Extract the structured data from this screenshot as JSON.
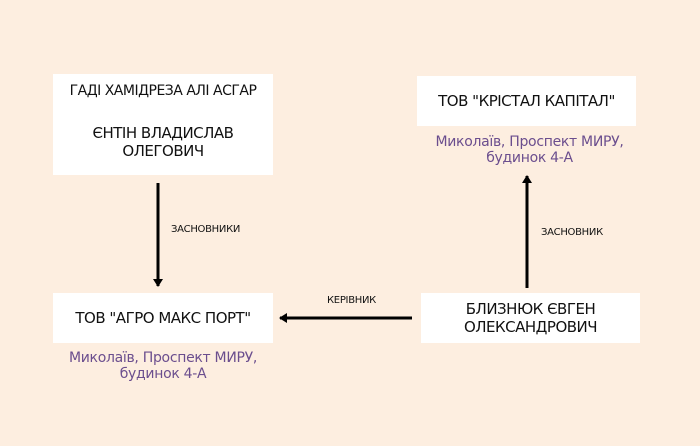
{
  "nodes": {
    "founders": {
      "line1": "ГАДІ ХАМІДРЕЗА АЛІ АСГАР",
      "line2": "ЄНТІН ВЛАДИСЛАВ ОЛЕГОВИЧ"
    },
    "agro": {
      "name": "ТОВ \"АГРО МАКС ПОРТ\"",
      "address": "Миколаїв, Проспект МИРУ, будинок 4-А"
    },
    "kristal": {
      "name": "ТОВ \"КРІСТАЛ КАПІТАЛ\"",
      "address": "Миколаїв, Проспект МИРУ, будинок 4-А"
    },
    "blyzniuk": {
      "name": "БЛИЗНЮК ЄВГЕН ОЛЕКСАНДРОВИЧ"
    }
  },
  "edges": {
    "founders_to_agro": "ЗАСНОВНИКИ",
    "blyzniuk_to_kristal": "ЗАСНОВНИК",
    "blyzniuk_to_agro": "КЕРІВНИК"
  },
  "colors": {
    "background": "#fdeee0",
    "address": "#6b4e8e"
  }
}
